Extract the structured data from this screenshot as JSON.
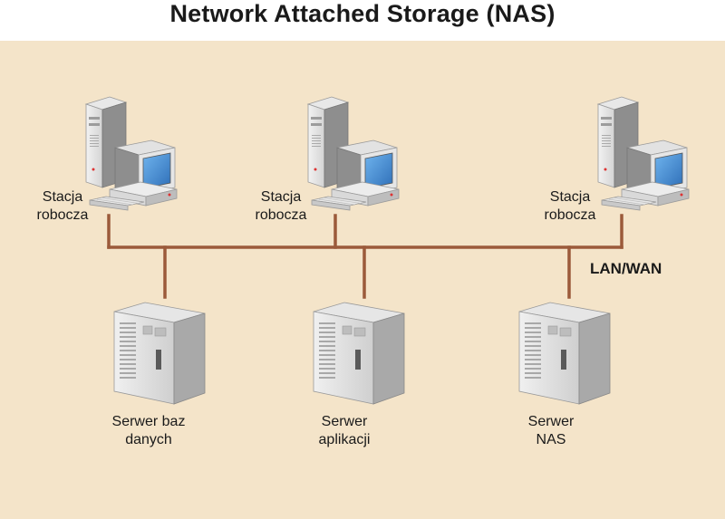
{
  "title": "Network Attached Storage (NAS)",
  "network_label": "LAN/WAN",
  "workstations": [
    {
      "line1": "Stacja",
      "line2": "robocza"
    },
    {
      "line1": "Stacja",
      "line2": "robocza"
    },
    {
      "line1": "Stacja",
      "line2": "robocza"
    }
  ],
  "servers": [
    {
      "line1": "Serwer baz",
      "line2": "danych"
    },
    {
      "line1": "Serwer",
      "line2": "aplikacji"
    },
    {
      "line1": "Serwer",
      "line2": "NAS"
    }
  ],
  "colors": {
    "background": "#f4e4c9",
    "network_line": "#9b5a3a",
    "screen": "#3f8fd6"
  }
}
